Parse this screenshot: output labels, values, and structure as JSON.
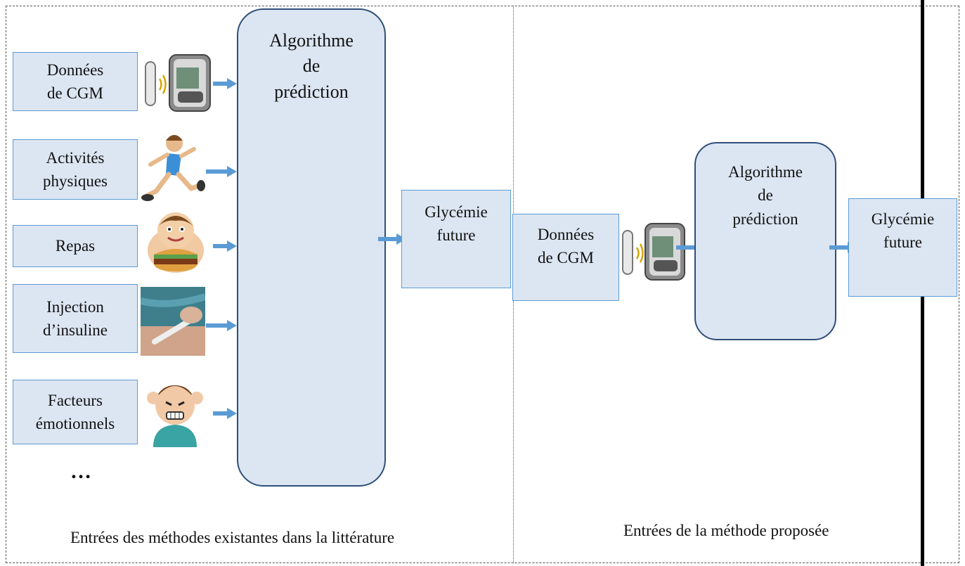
{
  "left_panel": {
    "inputs": [
      {
        "label": "Données\nde CGM",
        "icon": "cgm-device-icon"
      },
      {
        "label": "Activités\nphysiques",
        "icon": "runner-icon"
      },
      {
        "label": "Repas",
        "icon": "burger-boy-icon"
      },
      {
        "label": "Injection\nd’insuline",
        "icon": "insulin-injection-icon"
      },
      {
        "label": "Facteurs\némotionnels",
        "icon": "stressed-person-icon"
      }
    ],
    "ellipsis": "…",
    "algorithm": "Algorithme\nde\nprédiction",
    "output": "Glycémie\nfuture",
    "caption": "Entrées des méthodes existantes dans la littérature"
  },
  "right_panel": {
    "input": "Données\nde CGM",
    "algorithm": "Algorithme\nde\nprédiction",
    "output": "Glycémie\nfuture",
    "caption": "Entrées de la méthode proposée"
  },
  "colors": {
    "box_fill": "#dce6f2",
    "box_border": "#5b9bd5",
    "rounded_border": "#2f4f7a",
    "arrow": "#5b9bd5"
  }
}
